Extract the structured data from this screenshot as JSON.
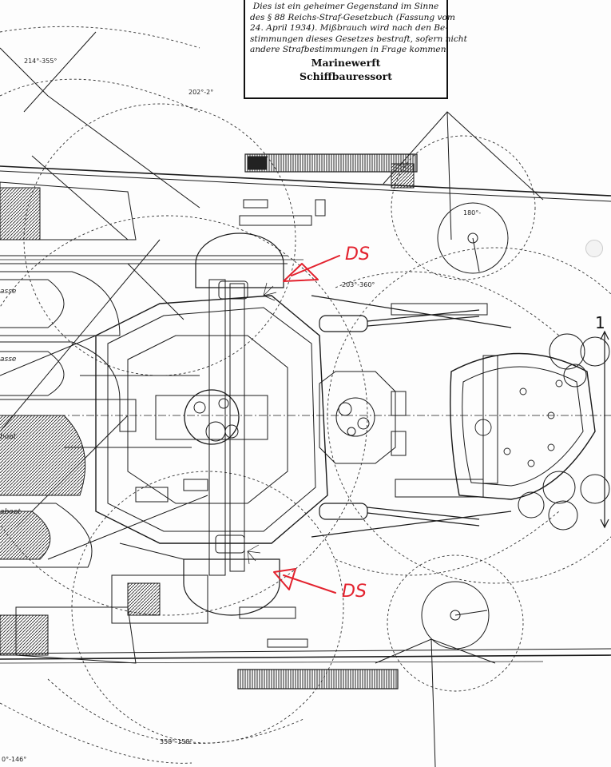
{
  "stamp": {
    "lines": [
      "Dies ist ein geheimer Gegenstand im Sinne",
      "des § 88 Reichs-Straf-Gesetzbuch (Fassung vom",
      "24. April 1934). Mißbrauch wird nach den Be-",
      "stimmungen dieses Gesetzes bestraft, sofern nicht",
      "andere Strafbestimmungen in Frage kommen."
    ],
    "org1": "Marinewerft",
    "org2": "Schiffbauressort"
  },
  "annotations": {
    "ds_top": "DS",
    "ds_bottom": "DS",
    "margin_number": "1"
  },
  "arc_labels": {
    "a1": "214°-355°",
    "a2": "202°-2°",
    "a3": "203°-360°",
    "a4": "358°-158°",
    "a5": "180°-",
    "a6": "0°-146°"
  },
  "boat_labels": {
    "b1": "asse",
    "b2": "asse",
    "b3": "boot",
    "b4": "aboot"
  },
  "colors": {
    "ink": "#1a1a1a",
    "red": "#e3222e",
    "paper": "#fdfdfd"
  }
}
